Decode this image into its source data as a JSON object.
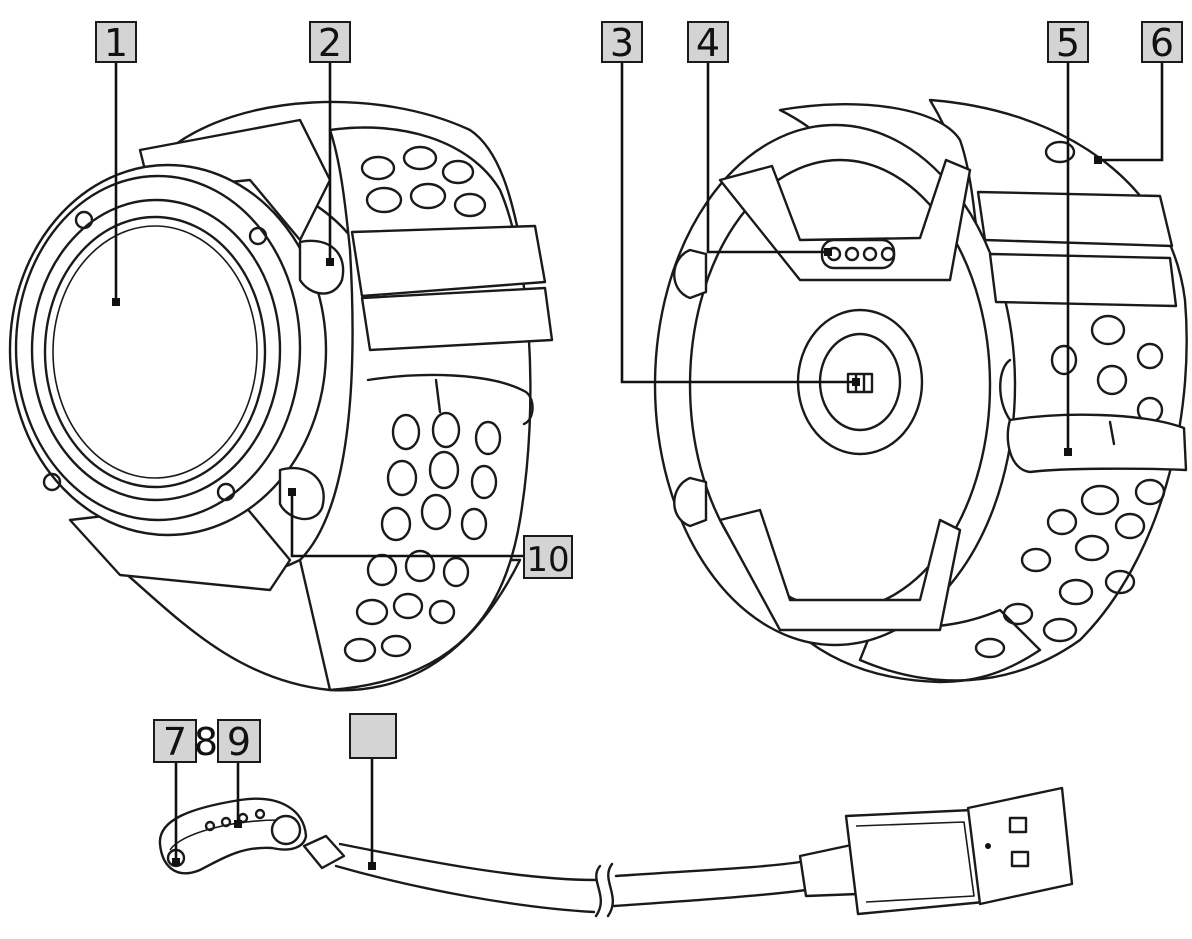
{
  "diagram": {
    "callouts": [
      {
        "id": "1",
        "text": "1"
      },
      {
        "id": "2",
        "text": "2"
      },
      {
        "id": "3",
        "text": "3"
      },
      {
        "id": "4",
        "text": "4"
      },
      {
        "id": "5",
        "text": "5"
      },
      {
        "id": "6",
        "text": "6"
      },
      {
        "id": "7",
        "text": "7"
      },
      {
        "id": "8",
        "text": "8"
      },
      {
        "id": "9",
        "text": "9"
      },
      {
        "id": "10",
        "text": "10"
      },
      {
        "id": "blank",
        "text": ""
      }
    ]
  }
}
